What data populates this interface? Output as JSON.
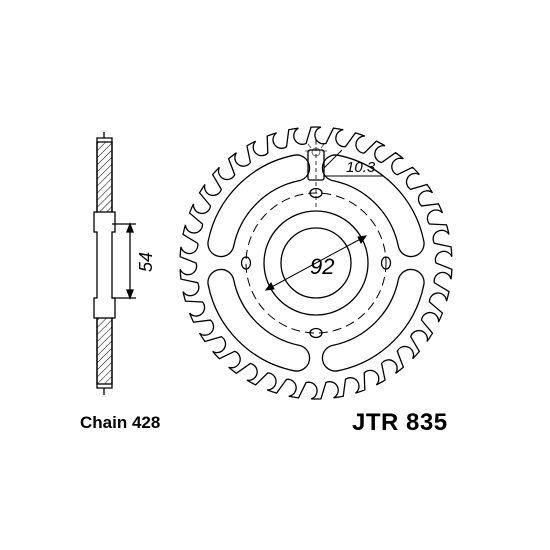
{
  "chain_label": "Chain 428",
  "part_number": "JTR 835",
  "dimensions": {
    "hub_height": "54",
    "bolt_circle": "92",
    "hole_offset": "10.3"
  },
  "sprocket": {
    "teeth": 38,
    "bolt_holes": 4
  },
  "colors": {
    "line": "#000000",
    "background": "#ffffff"
  }
}
